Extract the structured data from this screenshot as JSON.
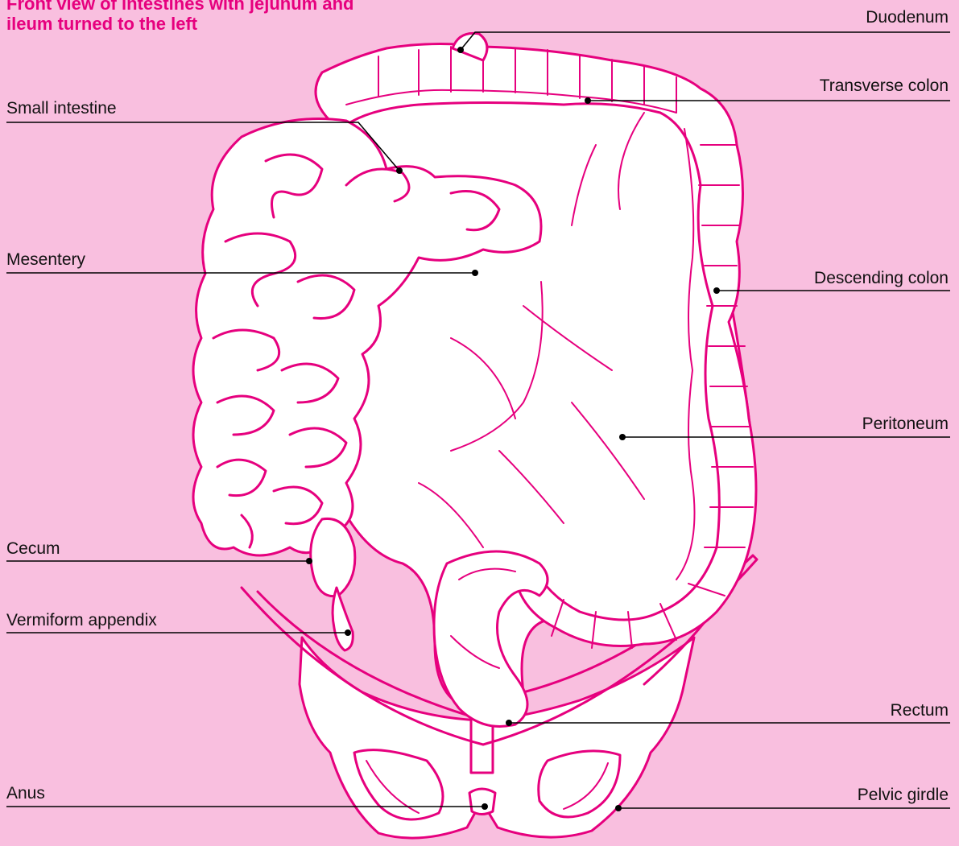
{
  "title": {
    "line1": "Front view of intestines with jejunum and",
    "line2": "ileum turned to the left"
  },
  "colors": {
    "background": "#f9bfdf",
    "accent": "#e6007e",
    "organ_fill": "#ffffff",
    "label": "#111111"
  },
  "labels": {
    "duodenum": "Duodenum",
    "transverse_colon": "Transverse colon",
    "small_intestine": "Small intestine",
    "mesentery": "Mesentery",
    "descending_colon": "Descending colon",
    "peritoneum": "Peritoneum",
    "cecum": "Cecum",
    "vermiform_appendix": "Vermiform appendix",
    "rectum": "Rectum",
    "anus": "Anus",
    "pelvic_girdle": "Pelvic girdle"
  }
}
